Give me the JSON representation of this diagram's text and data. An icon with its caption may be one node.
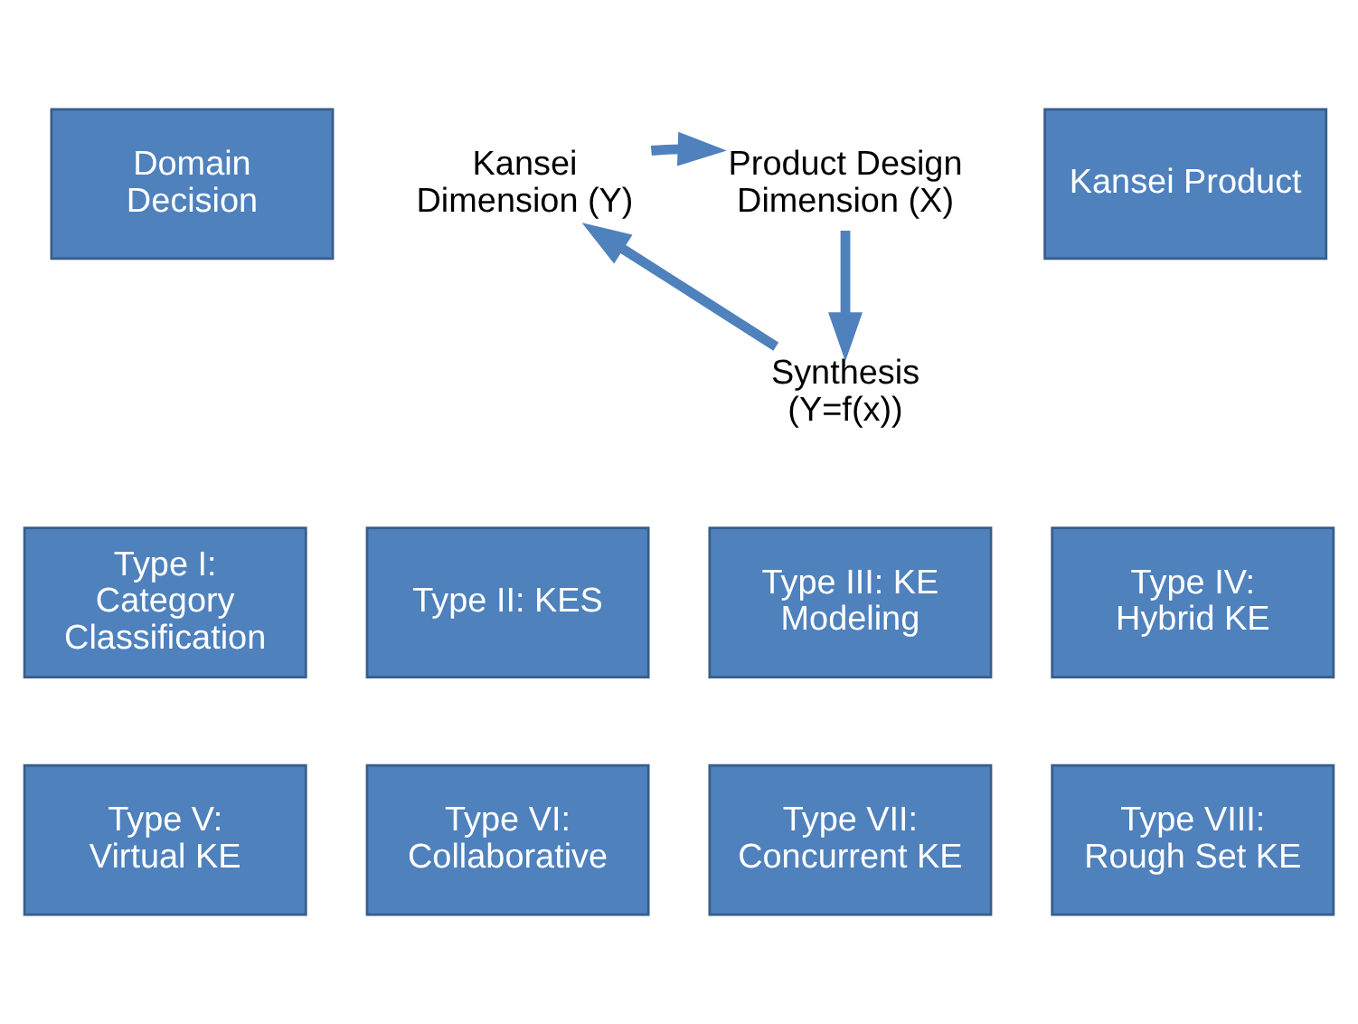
{
  "diagram": {
    "nodes": [
      {
        "text": [
          "Domain Decision"
        ]
      },
      {
        "text": [
          "Kansei Dimension (Y)"
        ]
      },
      {
        "text": [
          "Product Design Dimension (X)"
        ]
      },
      {
        "text": [
          "Kansei Product"
        ]
      },
      {
        "text": [
          "Synthesis (Y=f(x))"
        ]
      },
      {
        "text": [
          "Type I: Category Classification"
        ]
      },
      {
        "text": [
          "Type II: KES"
        ]
      },
      {
        "text": [
          "Type III: KE Modeling"
        ]
      },
      {
        "text": [
          "Type IV: Hybrid KE"
        ]
      },
      {
        "text": [
          "Type V: Virtual KE"
        ]
      },
      {
        "text": [
          "Type VI: Collaborative"
        ]
      },
      {
        "text": [
          "Type VII: Concurrent KE"
        ]
      },
      {
        "text": [
          "Type VIII: Rough Set KE"
        ]
      }
    ],
    "edges": [
      {
        "from": 1,
        "to": 2,
        "arrow": "to"
      },
      {
        "from": 2,
        "to": 4,
        "arrow": "to"
      },
      {
        "from": 4,
        "to": 1,
        "arrow": "to"
      }
    ]
  }
}
